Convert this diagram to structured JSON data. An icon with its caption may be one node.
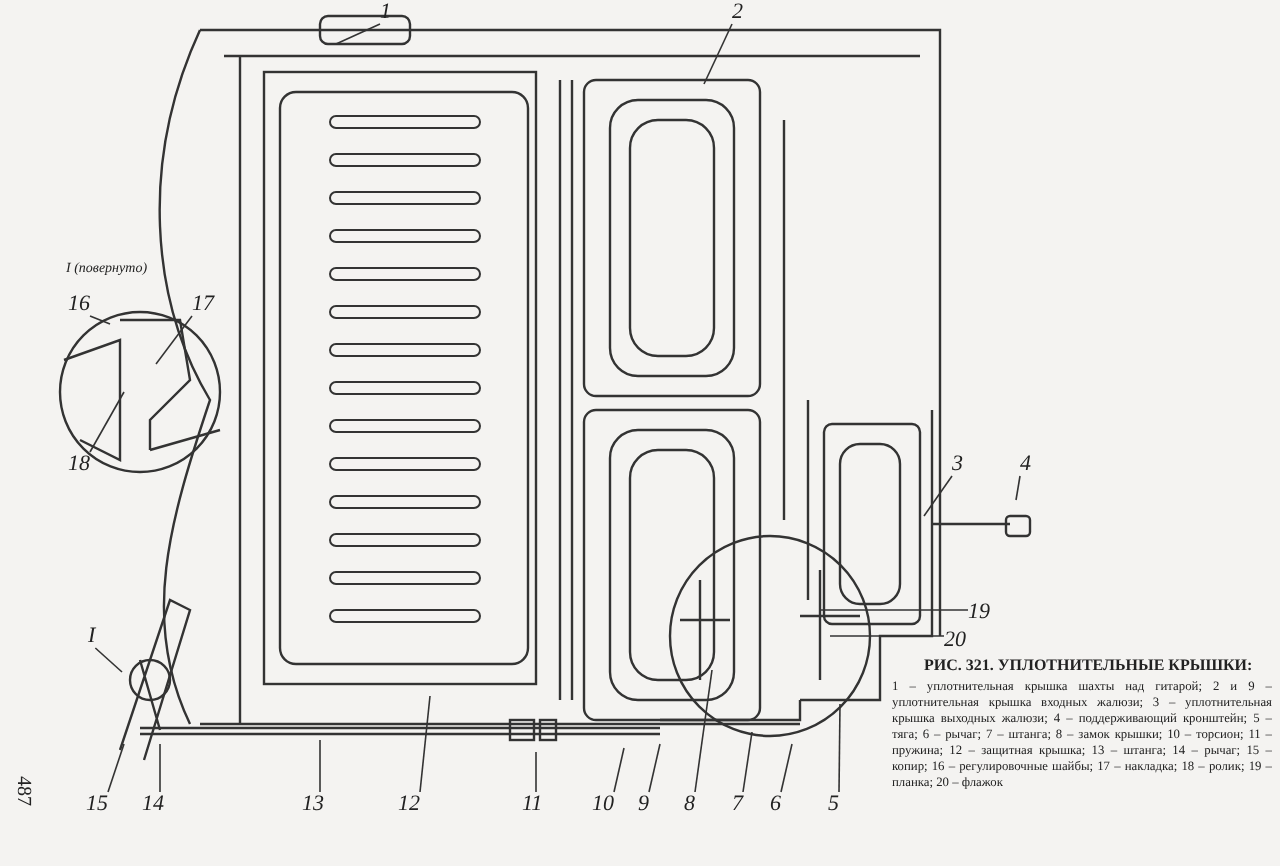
{
  "diagram": {
    "title": "РИС. 321. УПЛОТНИТЕЛЬНЫЕ КРЫШКИ:",
    "caption": "1 – уплотнительная крышка шахты над гитарой; 2 и 9 – уплотнительная крышка входных жалюзи; 3 – уплотнительная крышка выходных жалюзи; 4 – поддерживающий кронштейн; 5 – тяга; 6 – рычаг; 7 – штанга; 8 – замок крышки; 10 – торсион; 11 – пружина; 12 – защитная крышка; 13 – штанга; 14 – рычаг; 15 – копир; 16 – регулировочные шайбы; 17 – накладка; 18 – ролик; 19 – планка; 20 – флажок",
    "nodes": [
      {
        "text": [
          "1"
        ]
      },
      {
        "text": [
          "2"
        ]
      },
      {
        "text": [
          "3"
        ]
      },
      {
        "text": [
          "4"
        ]
      },
      {
        "text": [
          "5"
        ]
      },
      {
        "text": [
          "6"
        ]
      },
      {
        "text": [
          "7"
        ]
      },
      {
        "text": [
          "8"
        ]
      },
      {
        "text": [
          "9"
        ]
      },
      {
        "text": [
          "10"
        ]
      },
      {
        "text": [
          "11"
        ]
      },
      {
        "text": [
          "12"
        ]
      },
      {
        "text": [
          "13"
        ]
      },
      {
        "text": [
          "14"
        ]
      },
      {
        "text": [
          "15"
        ]
      },
      {
        "text": [
          "I"
        ]
      },
      {
        "text": [
          "16"
        ]
      },
      {
        "text": [
          "17"
        ]
      },
      {
        "text": [
          "18"
        ]
      },
      {
        "text": [
          "19"
        ]
      },
      {
        "text": [
          "20"
        ]
      }
    ],
    "edges": [
      {
        "from": 0,
        "to": null,
        "arrow": "none"
      },
      {
        "from": 1,
        "to": null,
        "arrow": "none"
      },
      {
        "from": 2,
        "to": null,
        "arrow": "none"
      },
      {
        "from": 3,
        "to": null,
        "arrow": "none"
      },
      {
        "from": 4,
        "to": null,
        "arrow": "none"
      },
      {
        "from": 5,
        "to": null,
        "arrow": "none"
      },
      {
        "from": 6,
        "to": null,
        "arrow": "none"
      },
      {
        "from": 7,
        "to": null,
        "arrow": "none"
      },
      {
        "from": 8,
        "to": null,
        "arrow": "none"
      },
      {
        "from": 9,
        "to": null,
        "arrow": "none"
      },
      {
        "from": 10,
        "to": null,
        "arrow": "none"
      },
      {
        "from": 11,
        "to": null,
        "arrow": "none"
      },
      {
        "from": 12,
        "to": null,
        "arrow": "none"
      },
      {
        "from": 13,
        "to": null,
        "arrow": "none"
      },
      {
        "from": 14,
        "to": null,
        "arrow": "none"
      },
      {
        "from": 15,
        "to": null,
        "arrow": "none"
      },
      {
        "from": 16,
        "to": null,
        "arrow": "none"
      },
      {
        "from": 17,
        "to": null,
        "arrow": "none"
      },
      {
        "from": 18,
        "to": null,
        "arrow": "none"
      },
      {
        "from": 19,
        "to": null,
        "arrow": "none"
      },
      {
        "from": 20,
        "to": null,
        "arrow": "none"
      }
    ],
    "labels": [
      "I (повернуто)",
      "487"
    ]
  }
}
